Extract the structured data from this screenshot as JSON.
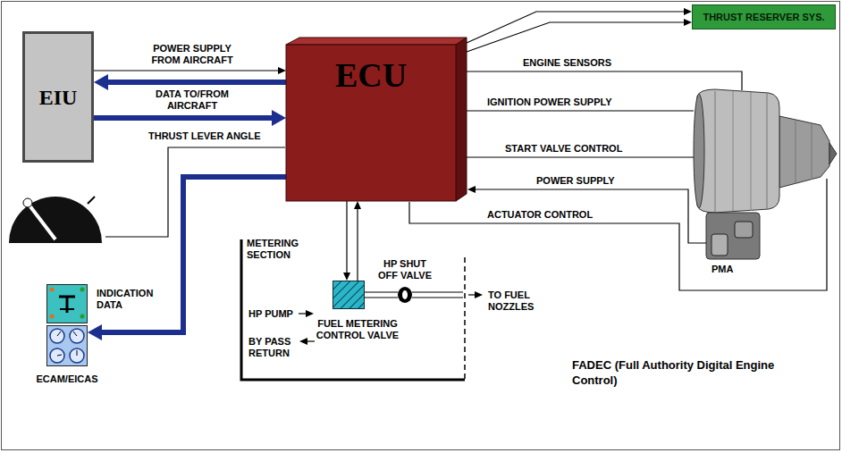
{
  "diagram": {
    "nodes": [
      {
        "text": [
          "EIU"
        ]
      },
      {
        "text": [
          "ECU"
        ]
      },
      {
        "text": [
          "THRUST RESERVER SYS."
        ]
      },
      {
        "text": [
          "ECAM/EICAS"
        ]
      },
      {
        "text": [
          "FUEL METERING CONTROL VALVE"
        ]
      },
      {
        "text": [
          "HP SHUT OFF VALVE"
        ]
      }
    ],
    "edges": [
      {
        "from": 0,
        "to": 1,
        "arrow": "to",
        "label": "POWER SUPPLY FROM AIRCRAFT"
      },
      {
        "from": 1,
        "to": 0,
        "arrow": "to"
      },
      {
        "from": 0,
        "to": 1,
        "arrow": "to",
        "label": "DATA TO/FROM AIRCRAFT"
      },
      {
        "from": 1,
        "to": 3,
        "arrow": "to",
        "label": "INDICATION DATA"
      },
      {
        "from": 1,
        "to": 4,
        "arrow": "to"
      },
      {
        "from": 4,
        "to": 1,
        "arrow": "to"
      },
      {
        "from": 4,
        "to": 5,
        "arrow": "none"
      },
      {
        "from": 1,
        "to": 2,
        "arrow": "to"
      },
      {
        "from": 1,
        "to": 2,
        "arrow": "to"
      }
    ],
    "labels": [
      "ENGINE SENSORS",
      "THRUST LEVER ANGLE",
      "IGNITION POWER SUPPLY",
      "START VALVE CONTROL",
      "POWER SUPPLY",
      "ACTUATOR CONTROL",
      "PMA",
      "METERING SECTION",
      "HP PUMP",
      "BY PASS RETURN",
      "TO FUEL NOZZLES",
      "FADEC (Full Authority Digital Engine Control)"
    ]
  }
}
